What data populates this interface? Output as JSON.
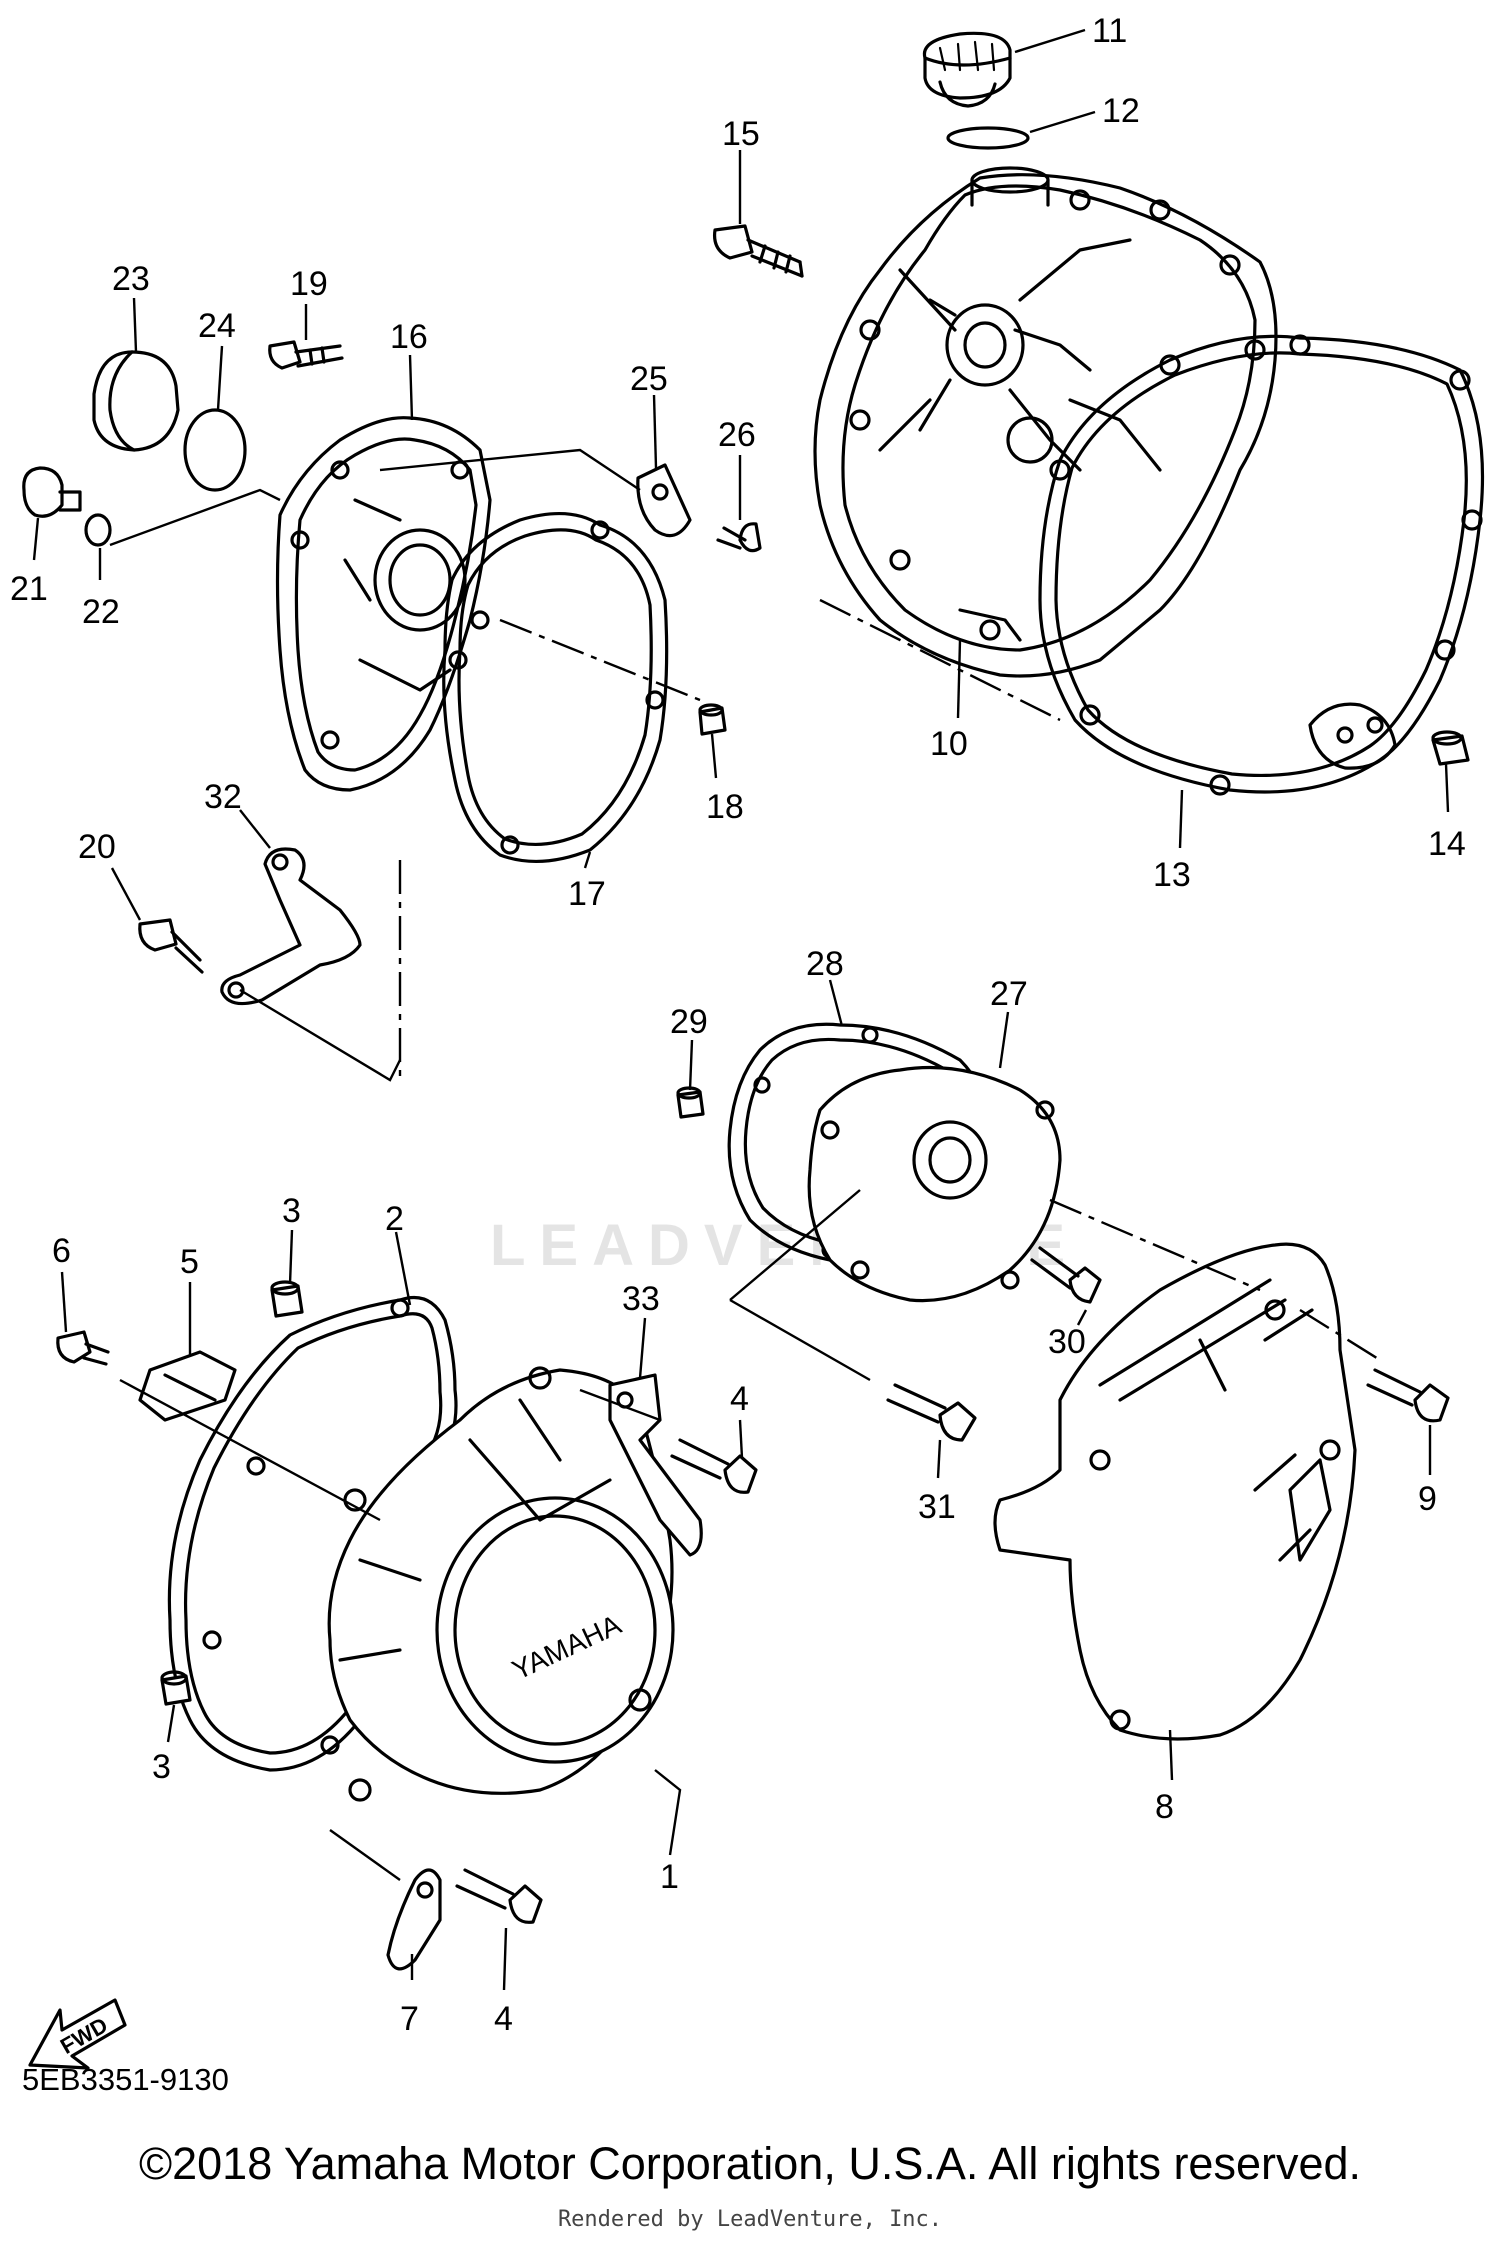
{
  "diagram": {
    "watermark": "LEADVENTURE",
    "brand_label": "YAMAHA",
    "fwd_label": "FWD",
    "callouts": [
      "1",
      "2",
      "3",
      "3",
      "4",
      "4",
      "5",
      "6",
      "7",
      "8",
      "9",
      "10",
      "11",
      "12",
      "13",
      "14",
      "15",
      "16",
      "17",
      "18",
      "19",
      "20",
      "21",
      "22",
      "23",
      "24",
      "25",
      "26",
      "27",
      "28",
      "29",
      "30",
      "31",
      "32",
      "33"
    ],
    "diagram_code": "5EB3351-9130",
    "copyright": "©2018 Yamaha Motor Corporation, U.S.A. All rights reserved.",
    "rendered_by": "Rendered by LeadVenture, Inc."
  }
}
